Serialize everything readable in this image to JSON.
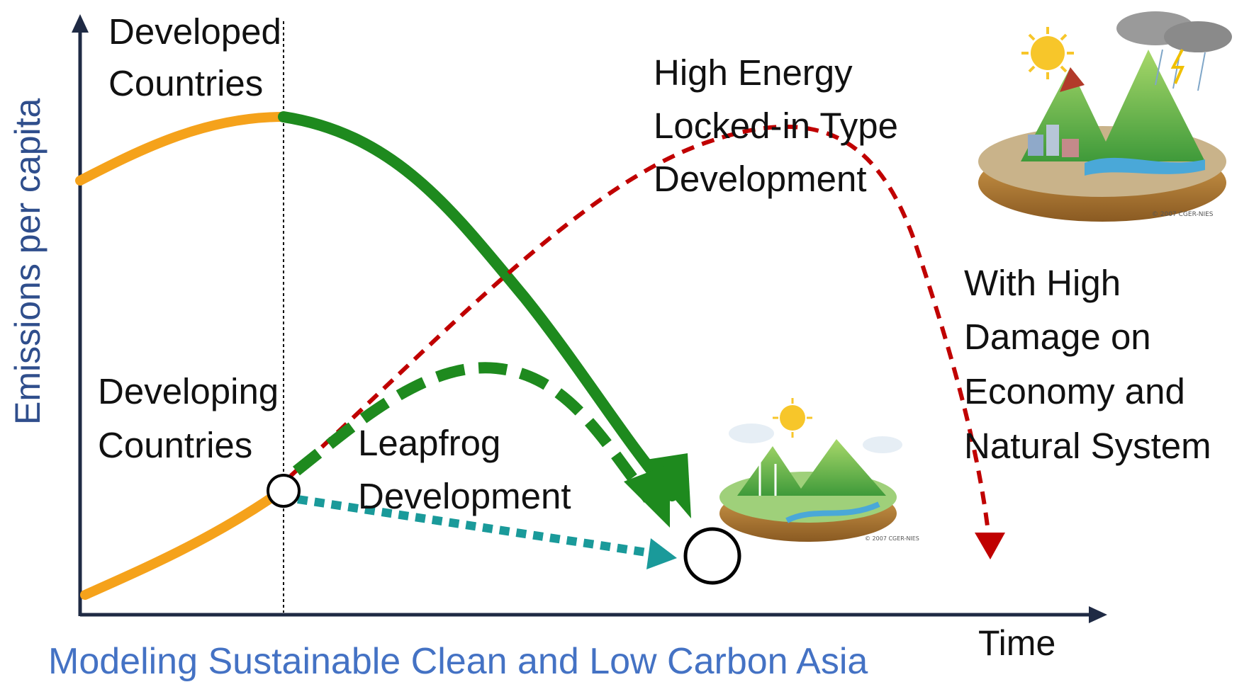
{
  "axes": {
    "y_label": "Emissions per capita",
    "x_label": "Time"
  },
  "labels": {
    "developed_line1": "Developed",
    "developed_line2": "Countries",
    "developing_line1": "Developing",
    "developing_line2": "Countries",
    "leapfrog_line1": "Leapfrog",
    "leapfrog_line2": "Development",
    "high_energy_line1": "High Energy",
    "high_energy_line2": "Locked-in Type",
    "high_energy_line3": "Development",
    "damage_line1": "With High",
    "damage_line2": "Damage on",
    "damage_line3": "Economy and",
    "damage_line4": "Natural System"
  },
  "footer": {
    "subtitle": "Modeling Sustainable Clean and Low Carbon Asia"
  },
  "illustrations": {
    "polluted_world_credit": "© 2007 CGER-NIES",
    "clean_world_credit": "© 2007 CGER-NIES"
  },
  "colors": {
    "axis": "#1f2a44",
    "developed_path": "#f5a21b",
    "green_path": "#1e8a1e",
    "red_path": "#c00000",
    "teal_path": "#1a9a9a",
    "axis_label_blue": "#2f4e8c",
    "subtitle_blue": "#4472c4"
  }
}
